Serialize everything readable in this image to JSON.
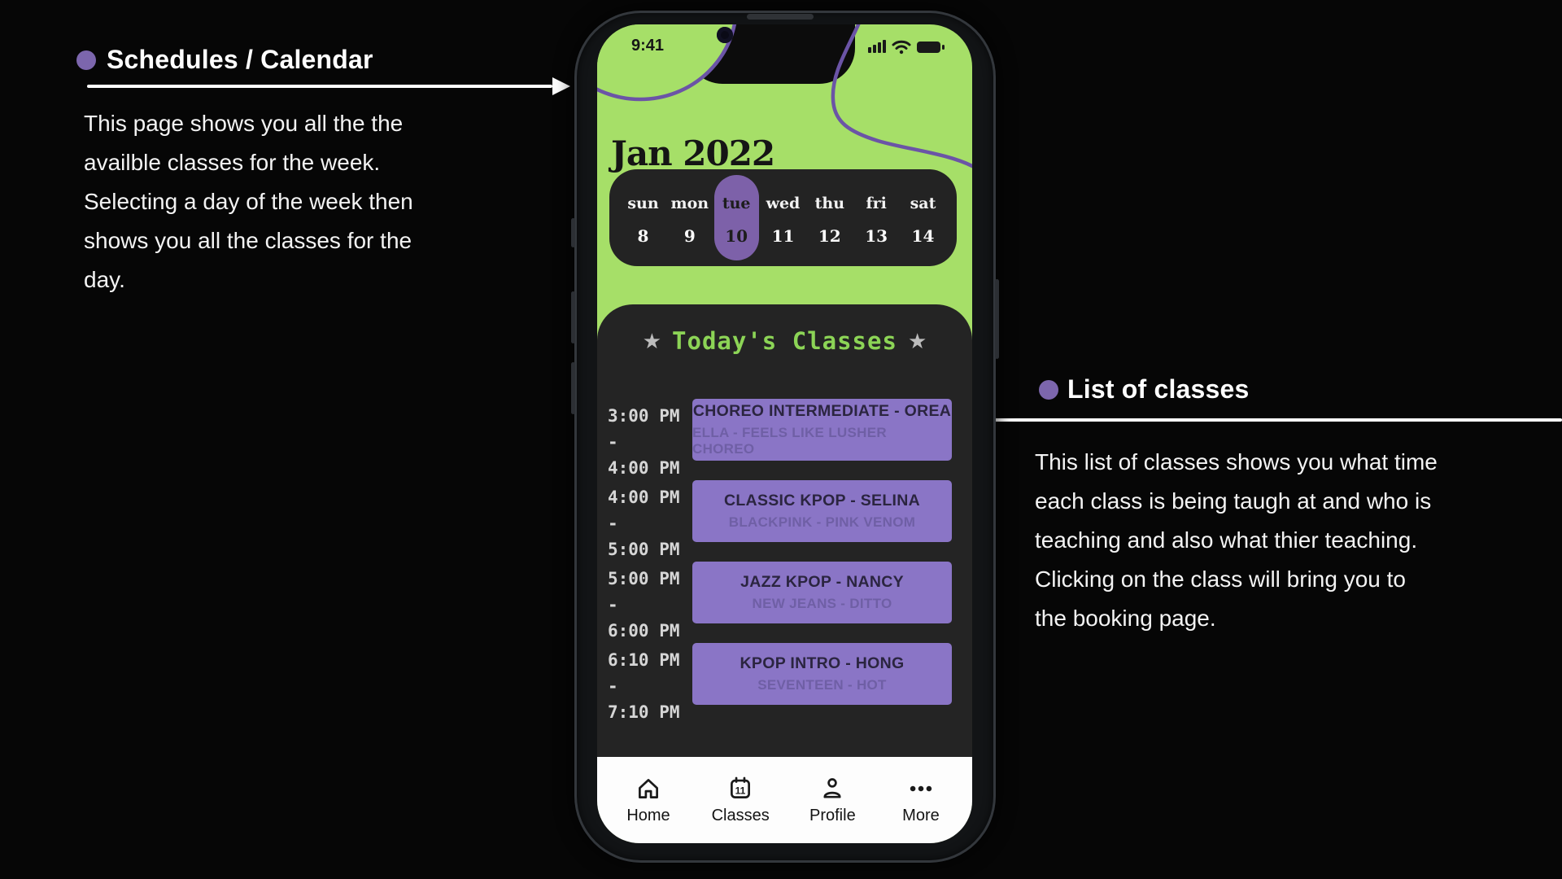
{
  "colors": {
    "background": "#060606",
    "accent_purple": "#7c66ad",
    "screen_green": "#a6df68",
    "calendar_pill_purple": "#7d61a9",
    "class_card_purple": "#8a75c6",
    "panel_dark": "#242424",
    "title_green": "#8cd456",
    "deco_line_purple": "#6b54a6"
  },
  "annotations": {
    "left": {
      "title": "Schedules / Calendar",
      "body": "This page shows you all the the\navailble classes for the week.\nSelecting a day of the week then\nshows you all the classes for the\nday."
    },
    "right": {
      "title": "List of classes",
      "body": "This list of classes shows you what time\neach class is being taugh at and who is\nteaching and also what thier teaching.\nClicking on the class will bring you to\nthe booking page."
    }
  },
  "phone": {
    "status": {
      "time": "9:41",
      "icons": [
        "signal-icon",
        "wifi-icon",
        "battery-icon"
      ]
    },
    "header": {
      "month": "Jan 2022"
    },
    "calendar": {
      "days": [
        {
          "label": "sun",
          "date": "8",
          "selected": false
        },
        {
          "label": "mon",
          "date": "9",
          "selected": false
        },
        {
          "label": "tue",
          "date": "10",
          "selected": true
        },
        {
          "label": "wed",
          "date": "11",
          "selected": false
        },
        {
          "label": "thu",
          "date": "12",
          "selected": false
        },
        {
          "label": "fri",
          "date": "13",
          "selected": false
        },
        {
          "label": "sat",
          "date": "14",
          "selected": false
        }
      ]
    },
    "today": {
      "star_icon": "★",
      "title": "Today's Classes",
      "classes": [
        {
          "time_start": "3:00 PM -",
          "time_end": "4:00 PM",
          "name": "CHOREO INTERMEDIATE - OREA",
          "detail": "ELLA - FEELS LIKE LUSHER CHOREO"
        },
        {
          "time_start": "4:00 PM -",
          "time_end": "5:00 PM",
          "name": "CLASSIC KPOP - SELINA",
          "detail": "BLACKPINK - PINK VENOM"
        },
        {
          "time_start": "5:00 PM -",
          "time_end": "6:00 PM",
          "name": "JAZZ KPOP - NANCY",
          "detail": "NEW JEANS - DITTO"
        },
        {
          "time_start": "6:10 PM -",
          "time_end": "7:10 PM",
          "name": "KPOP INTRO - HONG",
          "detail": "SEVENTEEN - HOT"
        }
      ]
    },
    "nav": {
      "items": [
        {
          "label": "Home",
          "icon": "home-icon"
        },
        {
          "label": "Classes",
          "icon": "calendar-icon",
          "badge": "11"
        },
        {
          "label": "Profile",
          "icon": "profile-icon"
        },
        {
          "label": "More",
          "icon": "more-icon"
        }
      ]
    }
  }
}
